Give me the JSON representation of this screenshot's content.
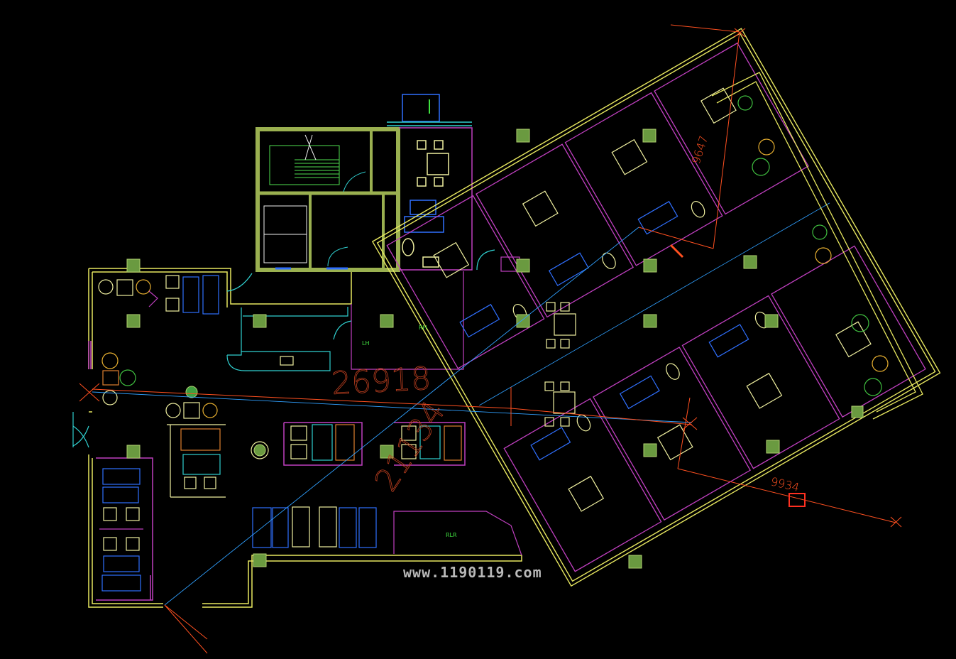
{
  "colors": {
    "background": "#000000",
    "wall": "#e8e860",
    "partition": "#c040c0",
    "furniture": "#f0f0a0",
    "sofa": "#3070ff",
    "dimension": "#ff5020",
    "axis": "#30a0ff",
    "column": "#7ab050",
    "plant": "#40c040",
    "stair": "#50e050",
    "cyan": "#30d0d0",
    "magenta_text": "#ff50ff",
    "green_text": "#40e040"
  },
  "dimensions": {
    "main_diagonal": "26918",
    "secondary_diagonal": "21134",
    "right_vertical": "9647",
    "lower_right": "9934"
  },
  "room_labels": {
    "left_mid": "LH",
    "mid": "RH",
    "bottom_hall": "RLR"
  },
  "watermark": "www.1190119.com"
}
